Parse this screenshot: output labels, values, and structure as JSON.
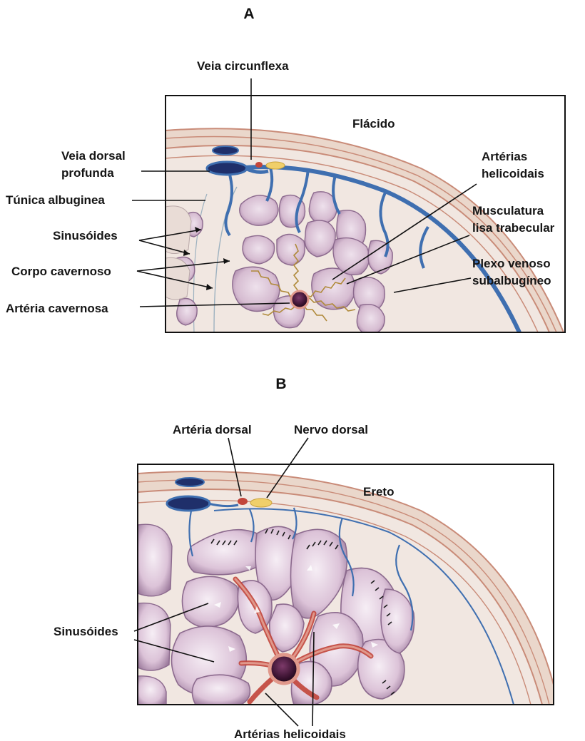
{
  "panels": [
    {
      "letter": "A",
      "state": "Flácido"
    },
    {
      "letter": "B",
      "state": "Ereto"
    }
  ],
  "labels_a": {
    "circumflex_vein": "Veia circunflexa",
    "deep_dorsal_vein_1": "Veia dorsal",
    "deep_dorsal_vein_2": "profunda",
    "tunica_albuginea": "Túnica albuginea",
    "sinusoids": "Sinusóides",
    "corpus_cavernosum": "Corpo cavernoso",
    "cavernous_artery": "Artéria cavernosa",
    "helicine_arteries_1": "Artérias",
    "helicine_arteries_2": "helicoidais",
    "trabecular_muscle_1": "Musculatura",
    "trabecular_muscle_2": "lisa trabecular",
    "venous_plexus_1": "Plexo venoso",
    "venous_plexus_2": "subalbugíneo"
  },
  "labels_b": {
    "dorsal_artery": "Artéria dorsal",
    "dorsal_nerve": "Nervo dorsal",
    "sinusoids": "Sinusóides",
    "helicine_arteries": "Artérias helicoidais"
  },
  "colors": {
    "background": "#ffffff",
    "frame": "#111111",
    "tissue": "#efe6df",
    "tunica": "#e9d7cc",
    "tunica_line": "#c98b78",
    "sinusoid_fill": "#d9bfd3",
    "sinusoid_edge": "#8c6a8e",
    "vein": "#3f6fb0",
    "vein_dark": "#1f2f6a",
    "artery": "#c2453a",
    "artery_light": "#e0988b",
    "nerve": "#f0cf6a",
    "helicine_flaccid": "#b08a3a"
  }
}
